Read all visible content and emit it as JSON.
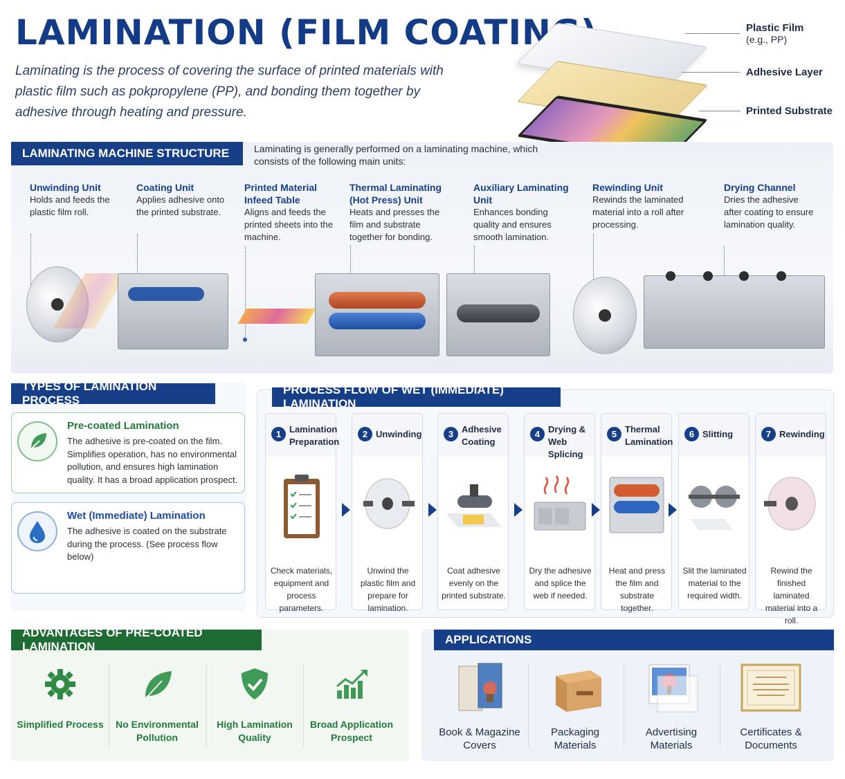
{
  "header": {
    "title": "LAMINATION (FILM COATING)",
    "intro": "Laminating is the process of covering the surface of printed materials with plastic film such as pokpropylene (PP), and bonding them together by adhesive through heating and pressure."
  },
  "layers": {
    "film_label": "Plastic Film",
    "film_sub": "(e.g., PP)",
    "adhesive_label": "Adhesive Layer",
    "substrate_label": "Printed Substrate"
  },
  "machine": {
    "heading": "LAMINATING MACHINE STRUCTURE",
    "description": "Laminating is generally performed on a laminating machine, which consists of the following main units:",
    "units": [
      {
        "name": "Unwinding Unit",
        "desc": "Holds and feeds the plastic film roll."
      },
      {
        "name": "Coating Unit",
        "desc": "Applies adhesive onto the printed substrate."
      },
      {
        "name": "Printed Material Infeed Table",
        "desc": "Aligns and feeds the printed sheets into the machine."
      },
      {
        "name": "Thermal Laminating (Hot Press) Unit",
        "desc": "Heats and presses the film and substrate together for bonding."
      },
      {
        "name": "Auxiliary Laminating Unit",
        "desc": "Enhances bonding quality and ensures smooth lamination."
      },
      {
        "name": "Rewinding Unit",
        "desc": "Rewinds the laminated material into a roll after processing."
      },
      {
        "name": "Drying Channel",
        "desc": "Dries the adhesive after coating to ensure lamination quality."
      }
    ]
  },
  "types": {
    "heading": "TYPES OF LAMINATION PROCESS",
    "items": [
      {
        "title": "Pre-coated Lamination",
        "desc": "The adhesive is pre-coated on the film. Simplifies operation, has no environmental pollution, and ensures high lamination quality. It has a broad application prospect.",
        "icon": "leaf-icon"
      },
      {
        "title": "Wet (Immediate) Lamination",
        "desc": "The adhesive is coated on the substrate during the process. (See process flow below)",
        "icon": "water-drop-icon"
      }
    ]
  },
  "flow": {
    "heading": "PROCESS FLOW OF WET (IMMEDIATE) LAMINATION",
    "steps": [
      {
        "num": "1",
        "title": "Lamination Preparation",
        "desc": "Check materials, equipment and process parameters."
      },
      {
        "num": "2",
        "title": "Unwinding",
        "desc": "Unwind the plastic film and prepare for lamination."
      },
      {
        "num": "3",
        "title": "Adhesive Coating",
        "desc": "Coat adhesive evenly on the printed substrate."
      },
      {
        "num": "4",
        "title": "Drying & Web Splicing",
        "desc": "Dry the adhesive and splice the web if needed."
      },
      {
        "num": "5",
        "title": "Thermal Lamination",
        "desc": "Heat and press the film and substrate together."
      },
      {
        "num": "6",
        "title": "Slitting",
        "desc": "Slit the laminated material to the required width."
      },
      {
        "num": "7",
        "title": "Rewinding",
        "desc": "Rewind the finished laminated material into a roll."
      }
    ]
  },
  "advantages": {
    "heading": "ADVANTAGES OF PRE-COATED LAMINATION",
    "items": [
      {
        "label": "Simplified Process",
        "icon": "gear-icon"
      },
      {
        "label": "No Environmental Pollution",
        "icon": "leaf-icon"
      },
      {
        "label": "High Lamination Quality",
        "icon": "shield-check-icon"
      },
      {
        "label": "Broad Application Prospect",
        "icon": "growth-chart-icon"
      }
    ]
  },
  "applications": {
    "heading": "APPLICATIONS",
    "items": [
      {
        "label": "Book & Magazine Covers"
      },
      {
        "label": "Packaging Materials"
      },
      {
        "label": "Advertising Materials"
      },
      {
        "label": "Certificates & Documents"
      }
    ]
  },
  "colors": {
    "primary_blue": "#173f88",
    "primary_green": "#1e6b34"
  }
}
